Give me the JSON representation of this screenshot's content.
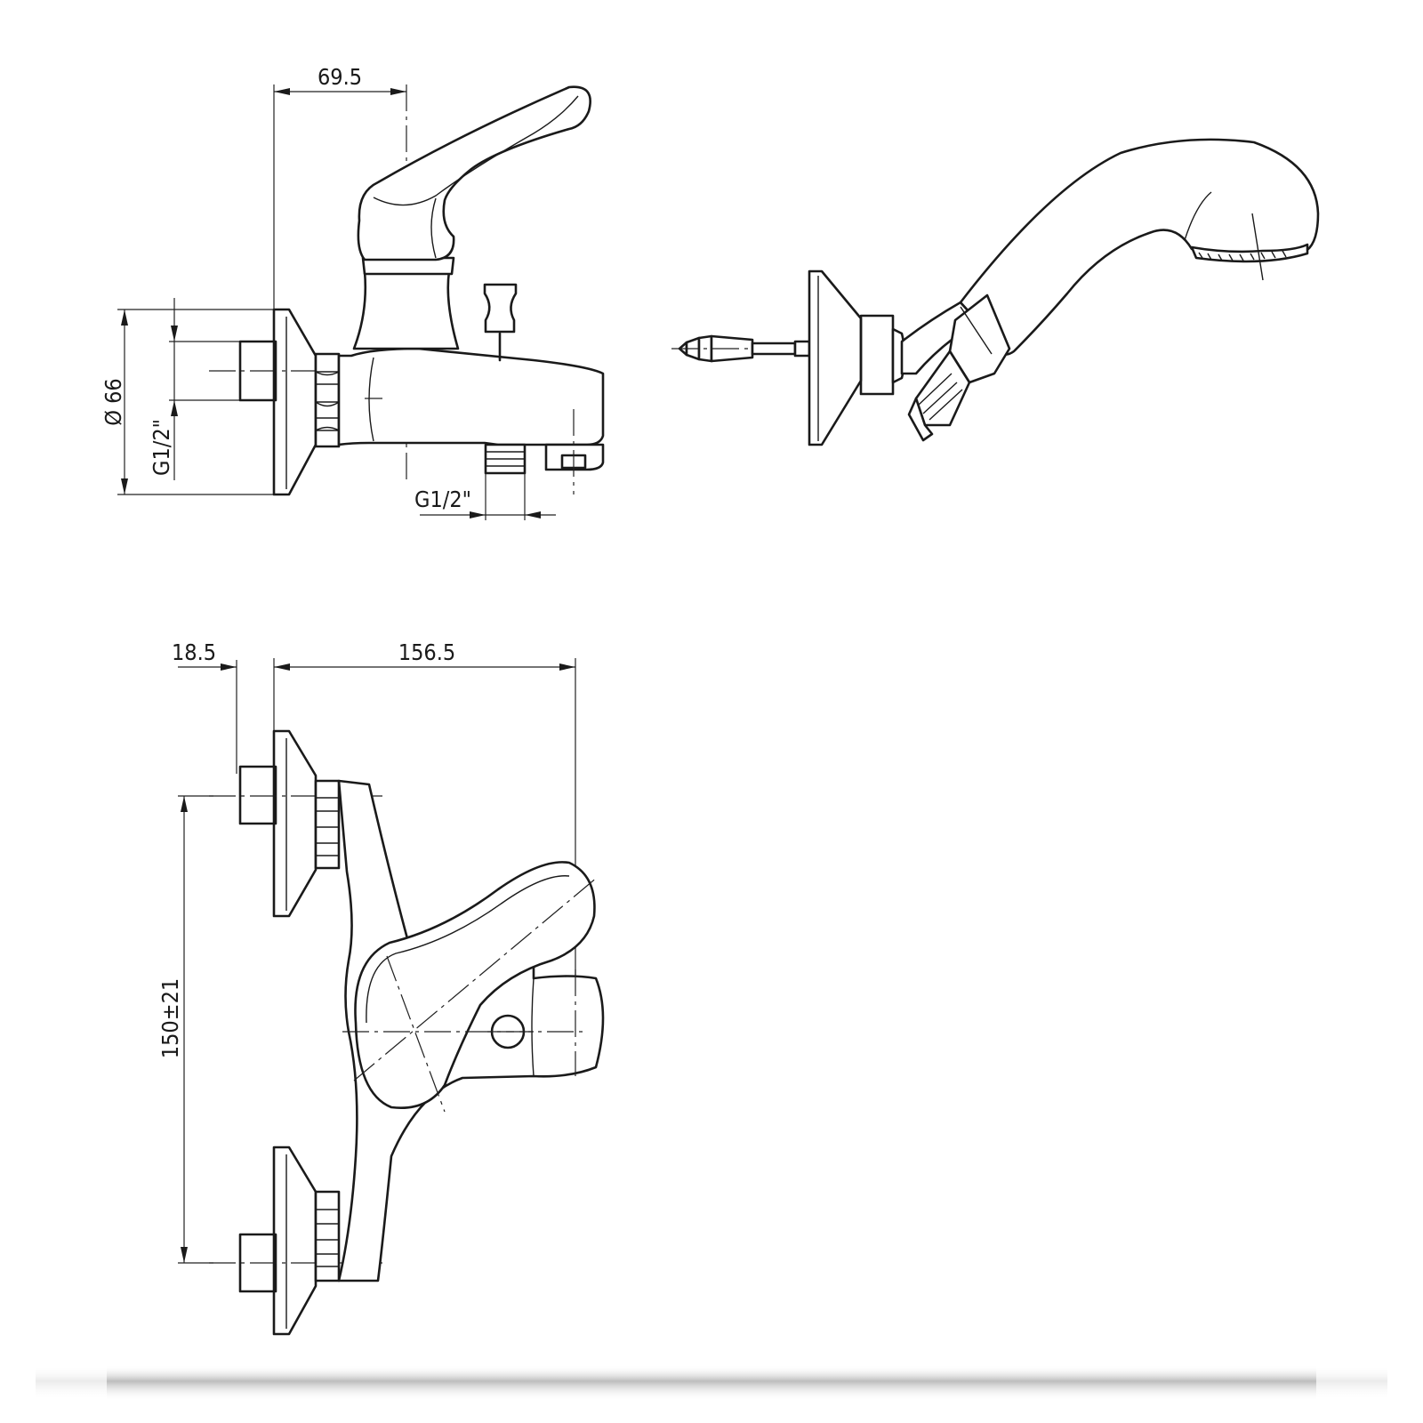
{
  "diagram": {
    "side_view": {
      "dim_top": "69.5",
      "dim_diameter": "Ø 66",
      "dim_inlet_thread": "G1/2\"",
      "dim_outlet_thread": "G1/2\""
    },
    "top_view": {
      "dim_left": "18.5",
      "dim_width": "156.5",
      "dim_spacing": "150±21"
    },
    "colors": {
      "line": "#1a1a1a",
      "background": "#ffffff",
      "shadow": "#bdbdbd"
    }
  }
}
